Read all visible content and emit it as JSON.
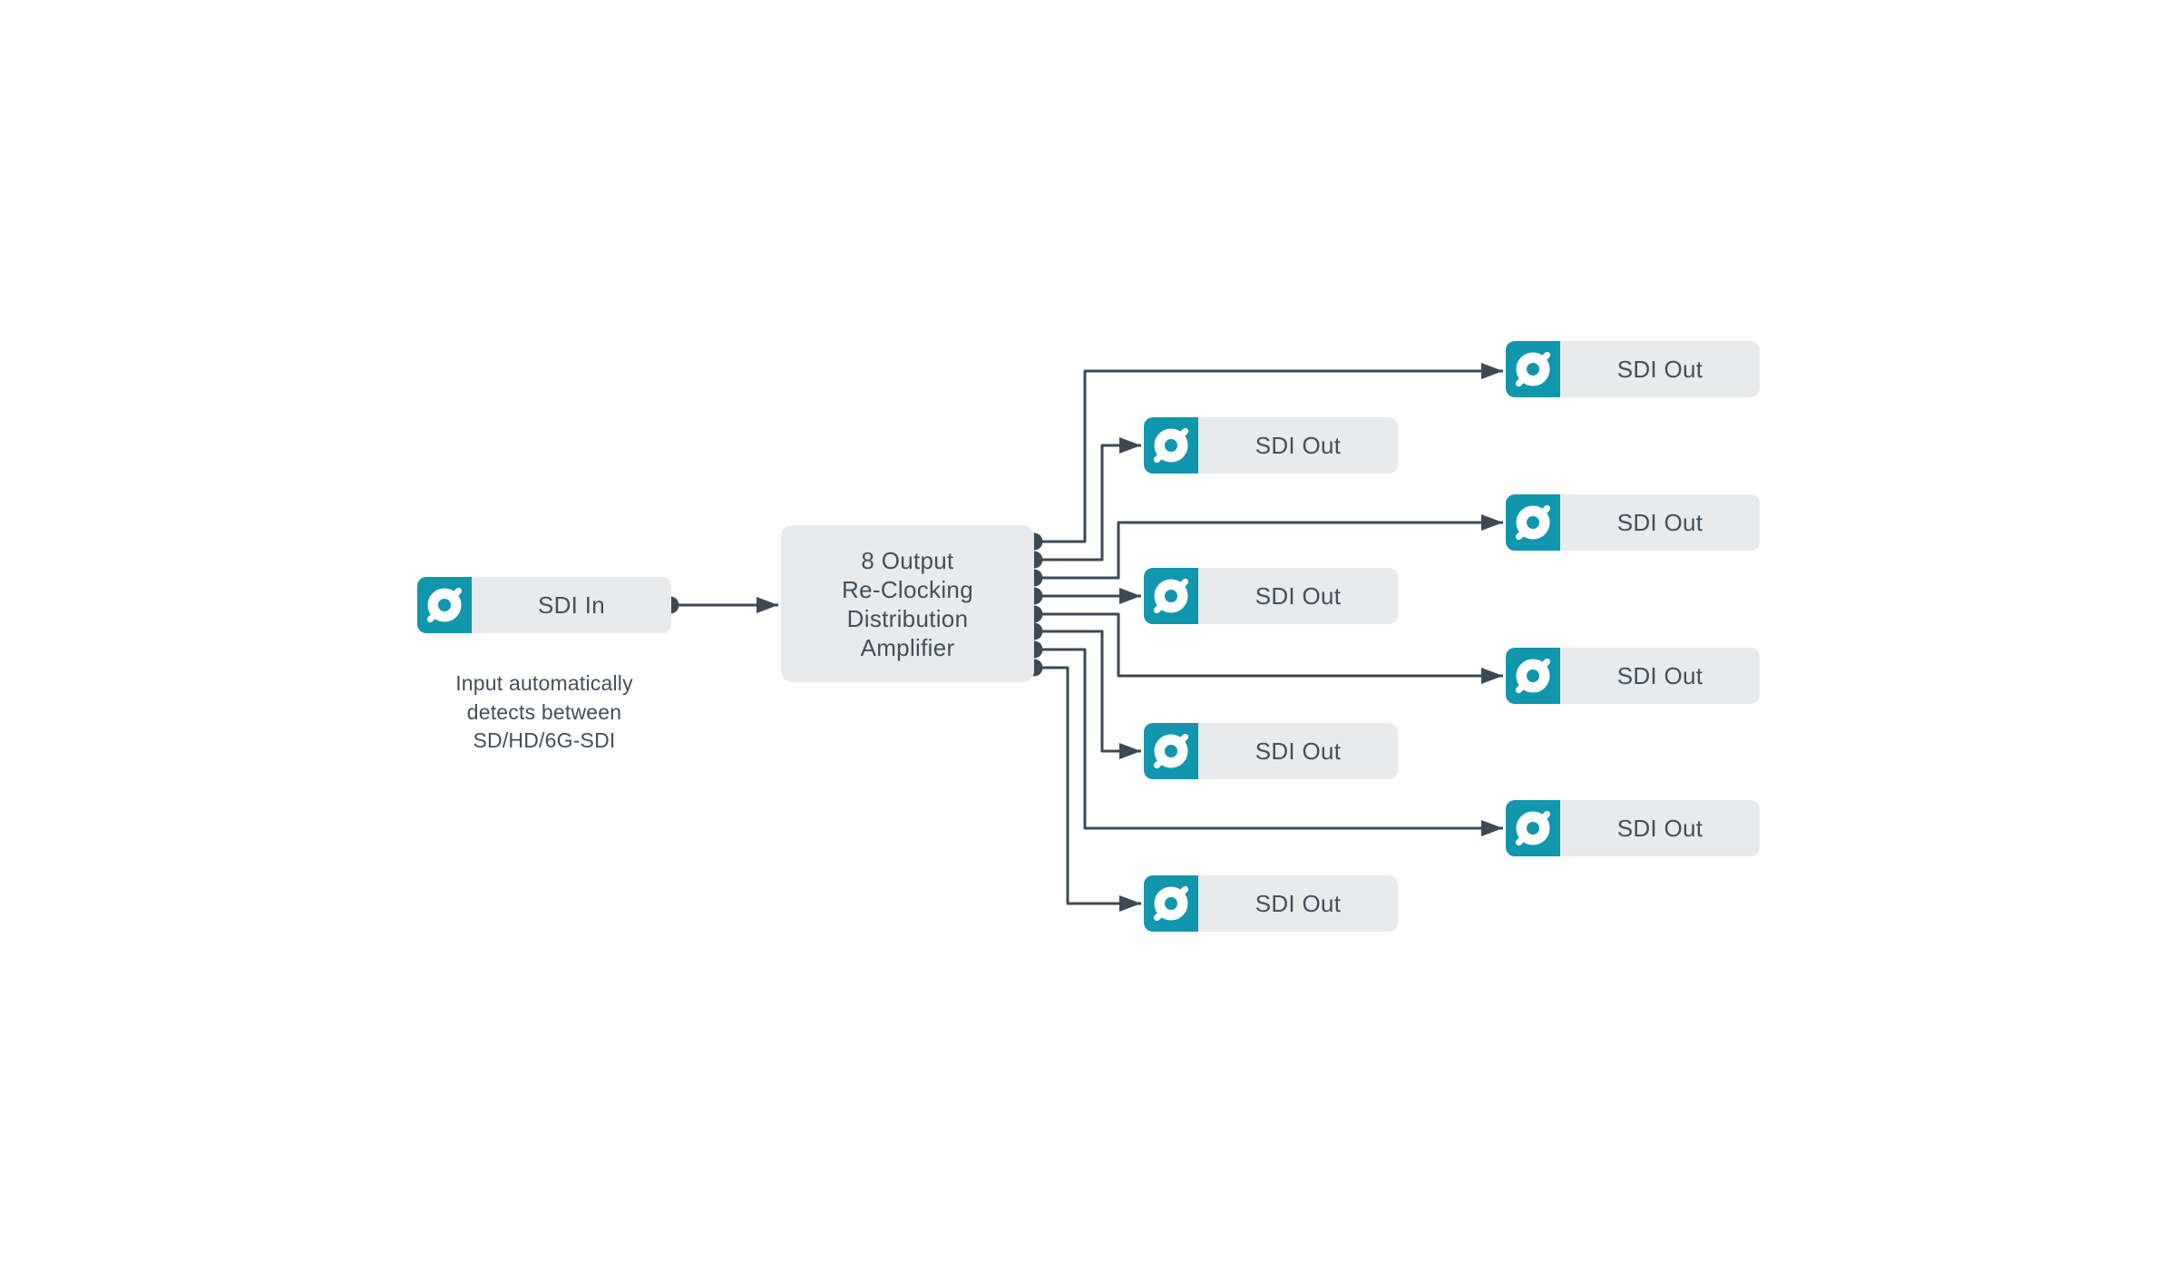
{
  "diagram": {
    "colors": {
      "accent_teal": "#1096AD",
      "block_gray": "#E8EAEC",
      "line_ink": "#3D4A54",
      "text_ink": "#42505B",
      "background": "#FFFFFF"
    },
    "input_node": {
      "label": "SDI In",
      "icon": "bnc-connector-icon"
    },
    "input_caption": {
      "lines": [
        "Input automatically",
        "detects between",
        "SD/HD/6G-SDI"
      ]
    },
    "amplifier_node": {
      "lines": [
        "8 Output",
        "Re-Clocking",
        "Distribution",
        "Amplifier"
      ],
      "output_port_count": 8
    },
    "output_nodes": [
      {
        "label": "SDI Out",
        "icon": "bnc-connector-icon"
      },
      {
        "label": "SDI Out",
        "icon": "bnc-connector-icon"
      },
      {
        "label": "SDI Out",
        "icon": "bnc-connector-icon"
      },
      {
        "label": "SDI Out",
        "icon": "bnc-connector-icon"
      },
      {
        "label": "SDI Out",
        "icon": "bnc-connector-icon"
      },
      {
        "label": "SDI Out",
        "icon": "bnc-connector-icon"
      },
      {
        "label": "SDI Out",
        "icon": "bnc-connector-icon"
      },
      {
        "label": "SDI Out",
        "icon": "bnc-connector-icon"
      }
    ]
  }
}
